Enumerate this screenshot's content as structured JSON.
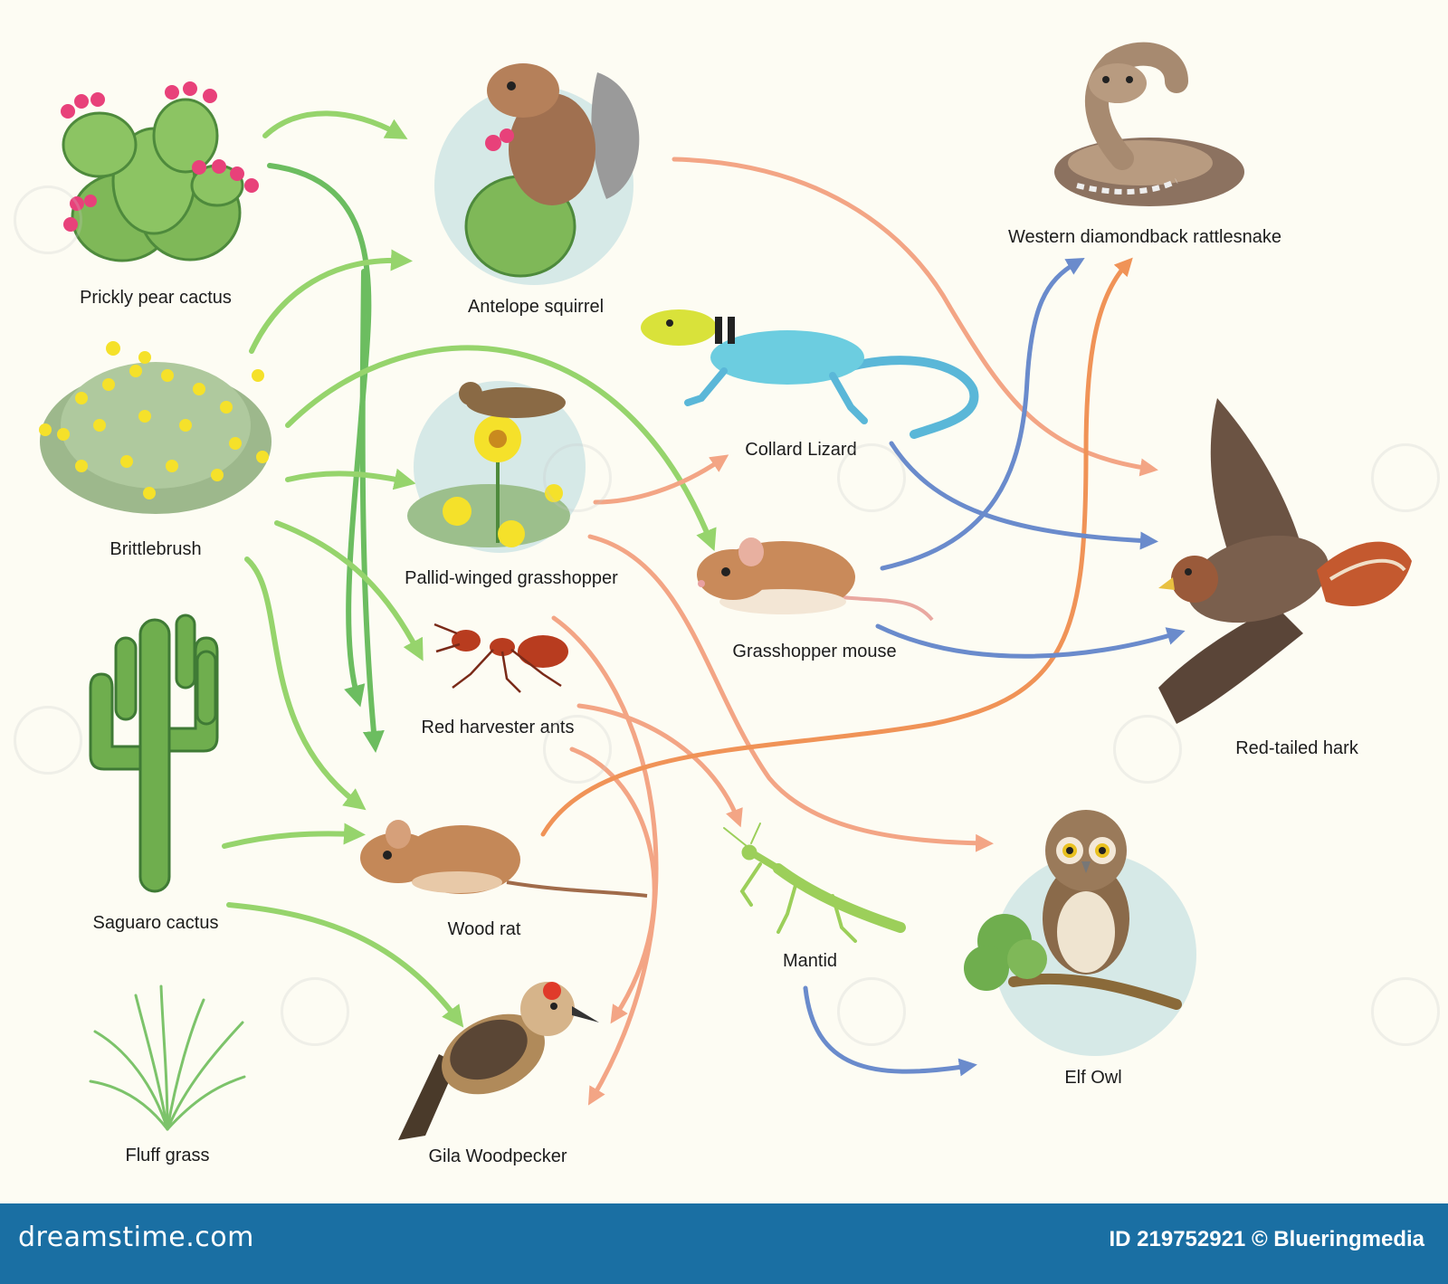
{
  "colors": {
    "background": "#fdfcf3",
    "arrow_producer": "#96d46c",
    "arrow_dark_green": "#6cbd60",
    "arrow_salmon": "#f3a585",
    "arrow_orange": "#f09357",
    "arrow_blue": "#6a8bcc",
    "footer": "#1a6fa3"
  },
  "organisms": {
    "prickly_pear": "Prickly pear cactus",
    "brittlebrush": "Brittlebrush",
    "saguaro": "Saguaro cactus",
    "fluff_grass": "Fluff grass",
    "antelope_squirrel": "Antelope squirrel",
    "grasshopper": "Pallid-winged grasshopper",
    "ants": "Red harvester ants",
    "wood_rat": "Wood rat",
    "woodpecker": "Gila Woodpecker",
    "lizard": "Collard Lizard",
    "mouse": "Grasshopper mouse",
    "mantid": "Mantid",
    "rattlesnake": "Western diamondback rattlesnake",
    "hawk": "Red-tailed hark",
    "owl": "Elf Owl"
  },
  "footer": {
    "site": "dreamstime.com",
    "credit": "ID 219752921 © Blueringmedia"
  }
}
